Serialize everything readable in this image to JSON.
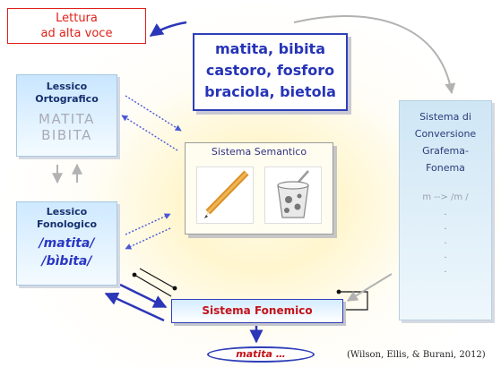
{
  "lettura": {
    "line1": "Lettura",
    "line2": "ad alta voce"
  },
  "words": {
    "line1": "matita, bibita",
    "line2": "castoro, fosforo",
    "line3": "braciola, bietola"
  },
  "lessico_ortografico": {
    "title1": "Lessico",
    "title2": "Ortografico",
    "word1": "MATITA",
    "word2": "BIBITA"
  },
  "lessico_fonologico": {
    "title1": "Lessico",
    "title2": "Fonologico",
    "word1": "/matita/",
    "word2": "/bìbita/"
  },
  "semantico": {
    "title": "Sistema Semantico"
  },
  "conversione": {
    "line1": "Sistema di",
    "line2": "Conversione",
    "line3": "Grafema-",
    "line4": "Fonema",
    "mapping": "m --> /m /",
    "dots": [
      ".",
      ".",
      ".",
      ".",
      "."
    ]
  },
  "fonemico": {
    "title": "Sistema Fonemico"
  },
  "output": {
    "text": "matita …"
  },
  "citation": "(Wilson, Ellis, & Burani, 2012)",
  "colors": {
    "arrow_blue": "#2b36b8",
    "dotted_blue": "#4a58d6",
    "grey_arrow": "#b2b2b2",
    "red": "#e0201a"
  }
}
